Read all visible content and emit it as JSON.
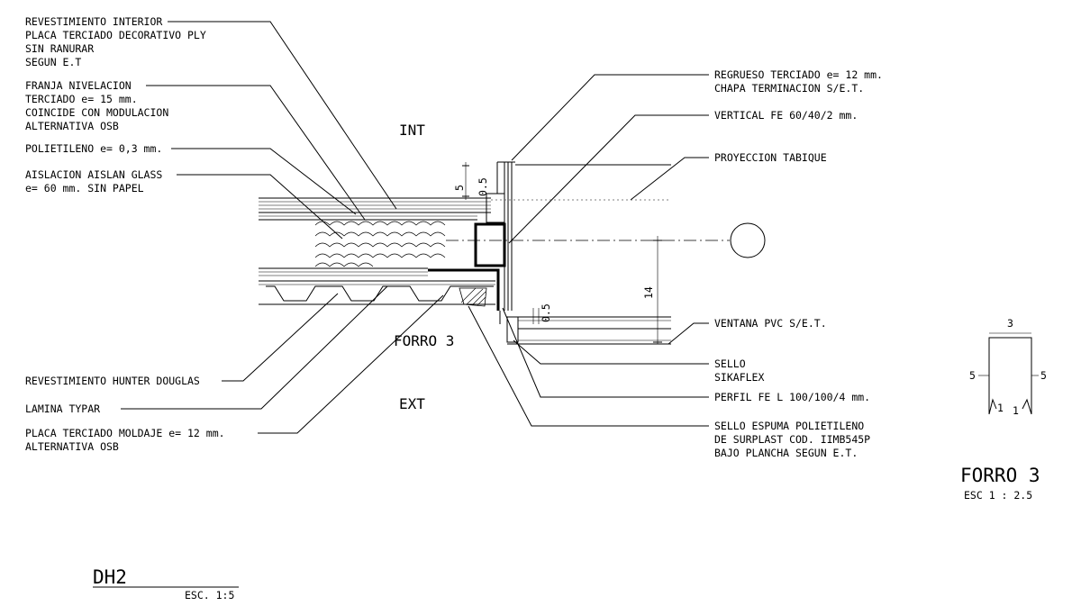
{
  "labels_left": [
    [
      "REVESTIMIENTO INTERIOR",
      "PLACA TERCIADO DECORATIVO PLY",
      "SIN RANURAR",
      "SEGUN E.T"
    ],
    [
      "FRANJA NIVELACION",
      "TERCIADO e= 15 mm.",
      "COINCIDE CON MODULACION",
      "ALTERNATIVA OSB"
    ],
    [
      "POLIETILENO e= 0,3 mm."
    ],
    [
      "AISLACION AISLAN GLASS",
      "e= 60 mm. SIN PAPEL"
    ],
    [
      "REVESTIMIENTO HUNTER DOUGLAS"
    ],
    [
      "LAMINA TYPAR"
    ],
    [
      "PLACA TERCIADO MOLDAJE e= 12 mm.",
      "ALTERNATIVA OSB"
    ]
  ],
  "labels_right": [
    [
      "REGRUESO TERCIADO e= 12 mm.",
      "CHAPA TERMINACION S/E.T."
    ],
    [
      "VERTICAL FE 60/40/2 mm."
    ],
    [
      "PROYECCION TABIQUE"
    ],
    [
      "VENTANA PVC S/E.T."
    ],
    [
      "SELLO",
      "SIKAFLEX"
    ],
    [
      "PERFIL FE L 100/100/4 mm."
    ],
    [
      "SELLO ESPUMA POLIETILENO",
      "DE SURPLAST COD. IIMB545P",
      "BAJO PLANCHA SEGUN E.T."
    ]
  ],
  "zones": {
    "interior": "INT",
    "exterior": "EXT"
  },
  "forro_label": "FORRO 3",
  "dimensions": {
    "top_5": "5",
    "top_05": "0.5",
    "vert_14": "14",
    "bottom_05": "0.5"
  },
  "forro_detail": {
    "title": "FORRO 3",
    "scale": "ESC   1 : 2.5",
    "dims": {
      "top": "3",
      "left": "5",
      "right": "5",
      "bottom_left": "1",
      "bottom_right": "1"
    }
  },
  "sheet": {
    "title": "DH2",
    "scale": "ESC. 1:5"
  },
  "colors": {
    "line": "#000000",
    "background": "#ffffff"
  }
}
